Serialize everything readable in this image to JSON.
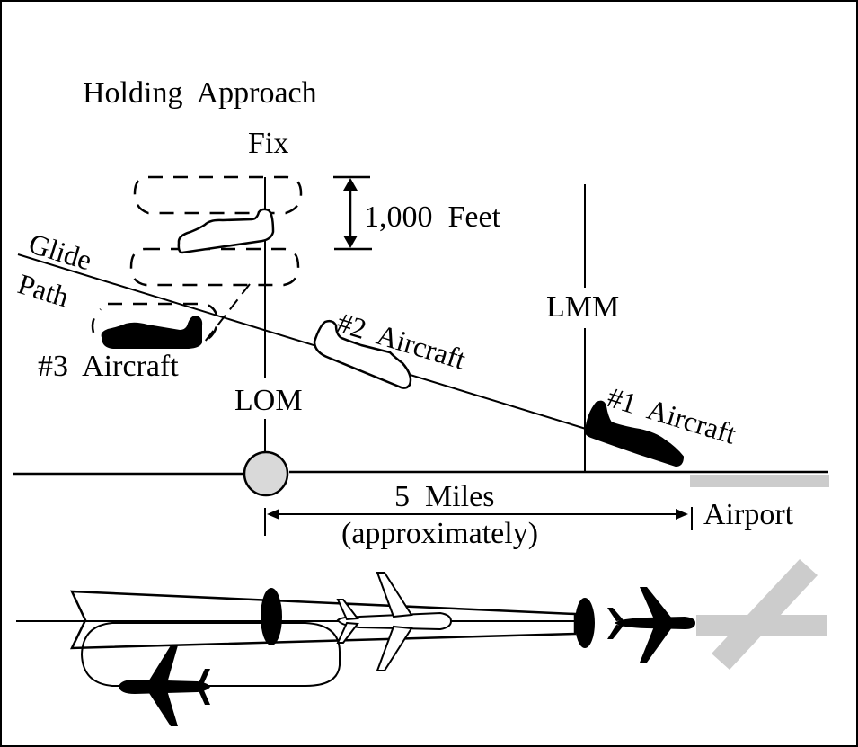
{
  "diagram": {
    "title_line1": "Holding  Approach",
    "title_line2": "Fix",
    "altitude_separation": "1,000  Feet",
    "glide_label_1": "Glide",
    "glide_label_2": "Path",
    "marker_outer": "LOM",
    "marker_middle": "LMM",
    "aircraft_1": "#1  Aircraft",
    "aircraft_2": "#2  Aircraft",
    "aircraft_3": "#3  Aircraft",
    "distance_label": "5  Miles",
    "distance_note": "(approximately)",
    "airport_label": "Airport",
    "colors": {
      "ink": "#000000",
      "outer_marker_fill": "#d9d9d9",
      "runway": "#cccccc",
      "background": "#ffffff"
    }
  }
}
